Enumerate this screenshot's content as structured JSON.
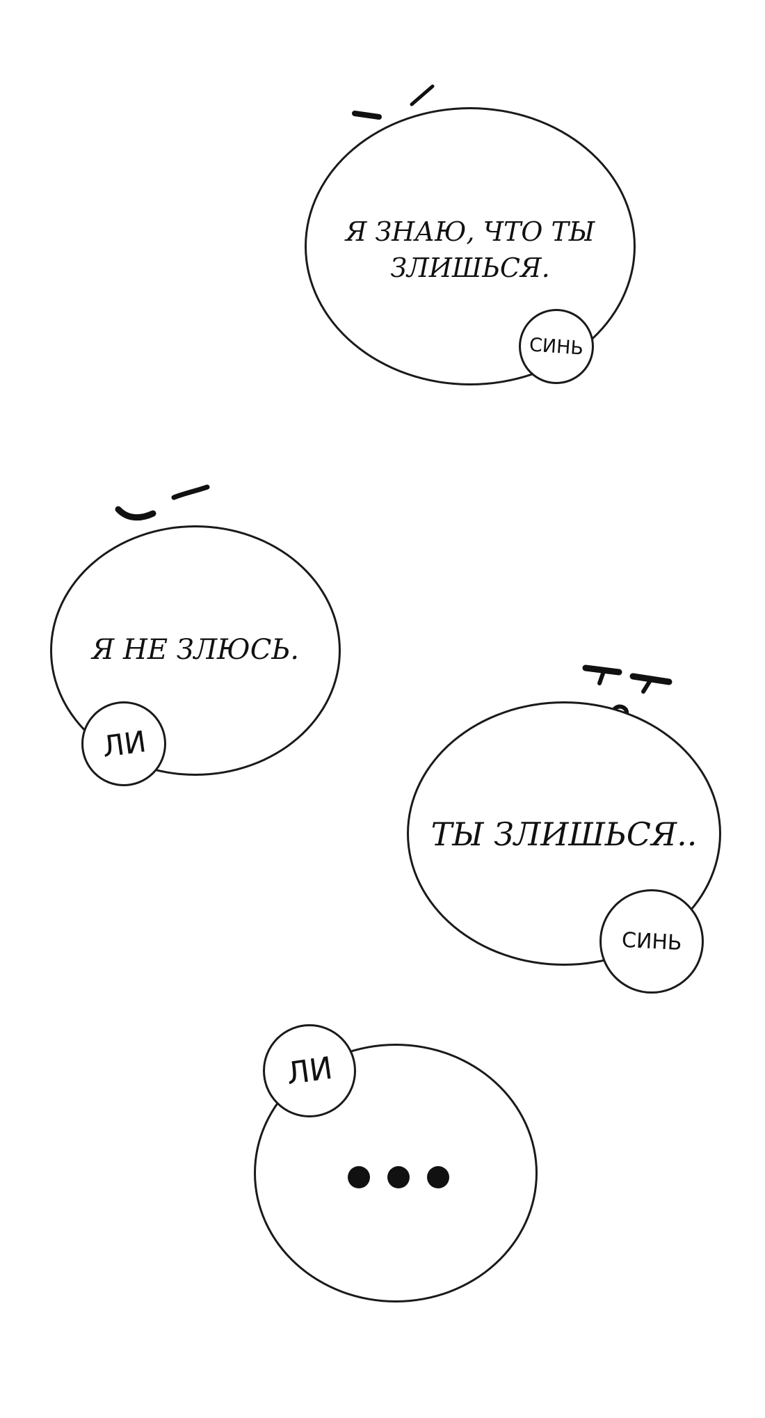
{
  "panel": {
    "bubbles": [
      {
        "speaker": "СИНЬ",
        "text": "Я ЗНАЮ, ЧТО ТЫ\nЗЛИШЬСЯ."
      },
      {
        "speaker": "ЛИ",
        "text": "Я НЕ ЗЛЮСЬ."
      },
      {
        "speaker": "СИНЬ",
        "text": "ТЫ ЗЛИШЬСЯ.."
      },
      {
        "speaker": "ЛИ",
        "text": ""
      }
    ]
  },
  "colors": {
    "ink": "#111111",
    "background": "#ffffff"
  }
}
